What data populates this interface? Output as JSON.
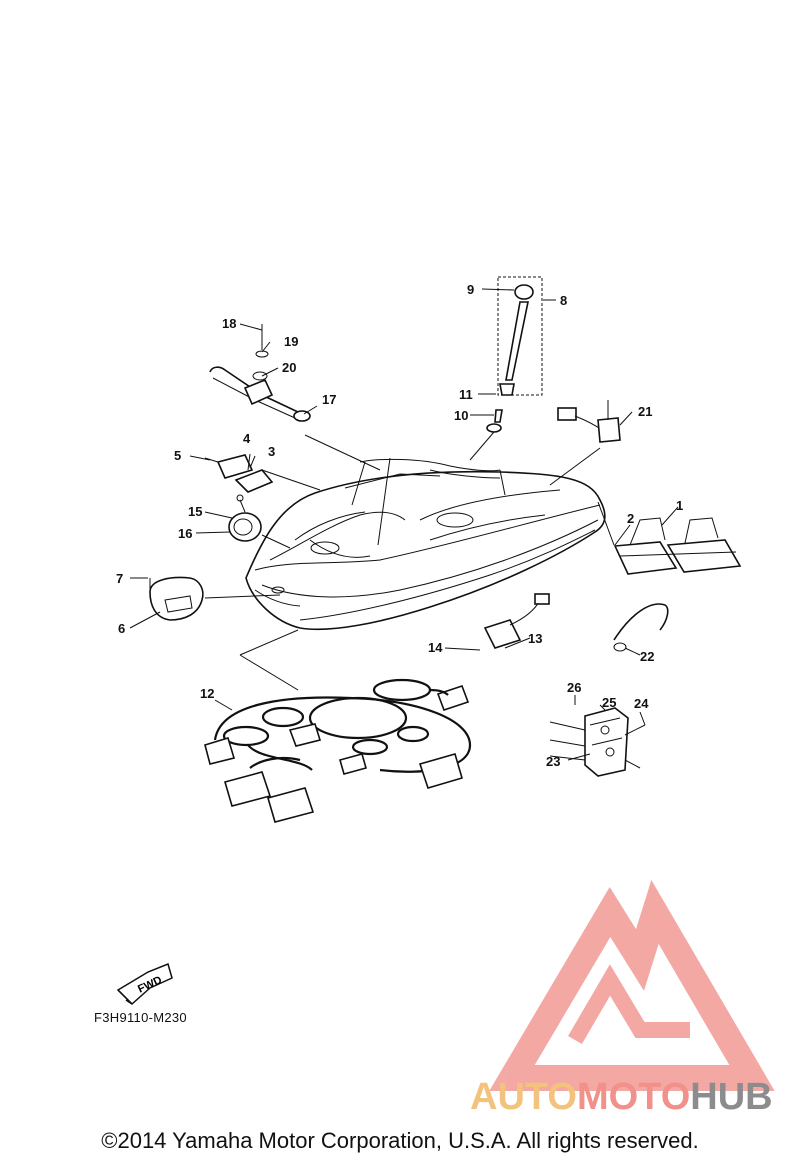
{
  "figure_code": "F3H9110-M230",
  "copyright": "©2014 Yamaha Motor Corporation, U.S.A. All rights reserved.",
  "fwd_label": "FWD",
  "watermark": {
    "part1": "AUTO",
    "part2": "MOTO",
    "part3": "HUB",
    "colors": {
      "auto": "#f3c27c",
      "moto": "#f2908a",
      "hub": "#8c8c8c",
      "logo": "#f19a94"
    }
  },
  "callouts": [
    {
      "id": "callout-1",
      "label": "1"
    },
    {
      "id": "callout-2",
      "label": "2"
    },
    {
      "id": "callout-3",
      "label": "3"
    },
    {
      "id": "callout-4",
      "label": "4"
    },
    {
      "id": "callout-5",
      "label": "5"
    },
    {
      "id": "callout-6",
      "label": "6"
    },
    {
      "id": "callout-7",
      "label": "7"
    },
    {
      "id": "callout-8",
      "label": "8"
    },
    {
      "id": "callout-9",
      "label": "9"
    },
    {
      "id": "callout-10",
      "label": "10"
    },
    {
      "id": "callout-11",
      "label": "11"
    },
    {
      "id": "callout-12",
      "label": "12"
    },
    {
      "id": "callout-13",
      "label": "13"
    },
    {
      "id": "callout-14",
      "label": "14"
    },
    {
      "id": "callout-15",
      "label": "15"
    },
    {
      "id": "callout-16",
      "label": "16"
    },
    {
      "id": "callout-17",
      "label": "17"
    },
    {
      "id": "callout-18",
      "label": "18"
    },
    {
      "id": "callout-19",
      "label": "19"
    },
    {
      "id": "callout-20",
      "label": "20"
    },
    {
      "id": "callout-21",
      "label": "21"
    },
    {
      "id": "callout-22",
      "label": "22"
    },
    {
      "id": "callout-23",
      "label": "23"
    },
    {
      "id": "callout-24",
      "label": "24"
    },
    {
      "id": "callout-25",
      "label": "25"
    },
    {
      "id": "callout-26",
      "label": "26"
    }
  ]
}
